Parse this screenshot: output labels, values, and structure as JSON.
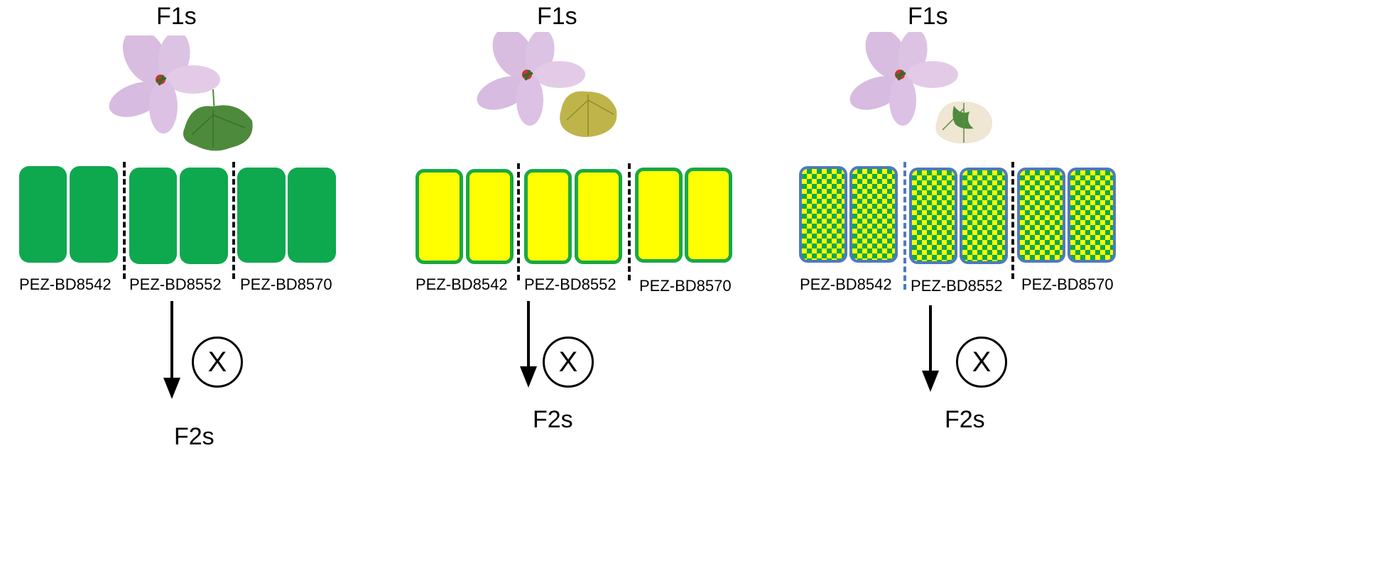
{
  "panels": [
    {
      "id": "green",
      "top_label": "F1s",
      "bottom_label": "F2s",
      "cross_symbol": "X",
      "tile_fill": "#0ea84f",
      "tile_border": "",
      "accession_labels": [
        "PEZ-BD8542",
        "PEZ-BD8552",
        "PEZ-BD8570"
      ],
      "leaf_icon": "green-leaf-icon"
    },
    {
      "id": "yellow",
      "top_label": "F1s",
      "bottom_label": "F2s",
      "cross_symbol": "X",
      "tile_fill": "#ffff00",
      "tile_border": "#1aa846",
      "accession_labels": [
        "PEZ-BD8542",
        "PEZ-BD8552",
        "PEZ-BD8570"
      ],
      "leaf_icon": "yellow-leaf-icon"
    },
    {
      "id": "variegated",
      "top_label": "F1s",
      "bottom_label": "F2s",
      "cross_symbol": "X",
      "tile_fill": "#ffff00",
      "tile_pattern": "#0ea84f",
      "tile_border": "#4f79c0",
      "accession_labels": [
        "PEZ-BD8542",
        "PEZ-BD8552",
        "PEZ-BD8570"
      ],
      "leaf_icon": "variegated-leaf-icon"
    }
  ]
}
